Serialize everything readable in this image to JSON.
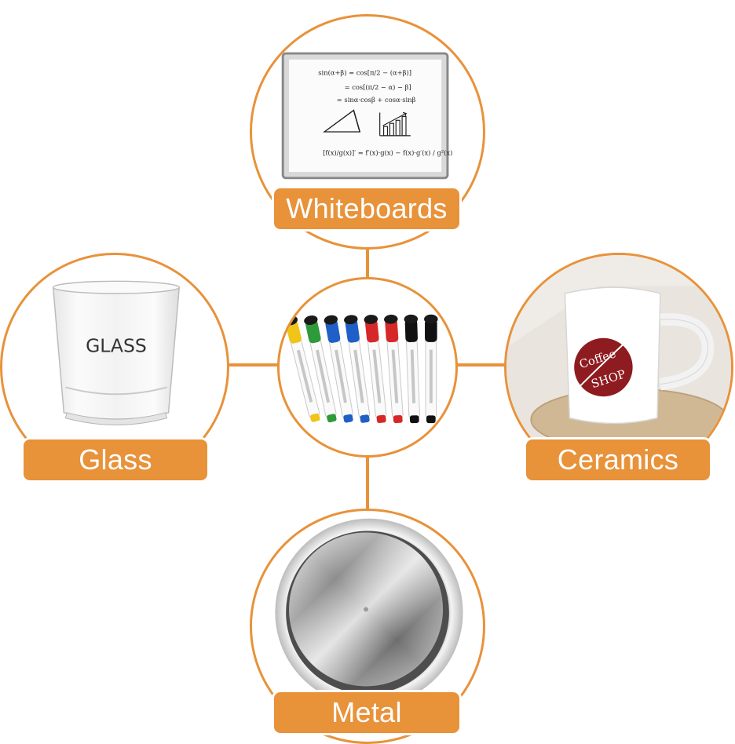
{
  "colors": {
    "accent": "#E8923A",
    "label_text": "#ffffff"
  },
  "categories": {
    "whiteboards": {
      "label": "Whiteboards",
      "icon": "whiteboard-image"
    },
    "glass": {
      "label": "Glass",
      "icon": "glass-tumbler-image",
      "printed_text": "GLASS"
    },
    "ceramics": {
      "label": "Ceramics",
      "icon": "coffee-mug-image",
      "mug_text_1": "Coffee",
      "mug_text_2": "SHOP"
    },
    "metal": {
      "label": "Metal",
      "icon": "brushed-metal-disc-image"
    }
  },
  "center": {
    "icon": "whiteboard-markers-image",
    "marker_count": 8
  },
  "whiteboard_math": {
    "line1": "sin(α+β) = cos[π/2 − (α+β)]",
    "line2": "= cos[(π/2 − α) − β]",
    "line3": "= sinα·cosβ + cosα·sinβ",
    "line4": "[f(x)/g(x)]′ = f′(x)·g(x) − f(x)·g′(x) / g²(x)"
  }
}
